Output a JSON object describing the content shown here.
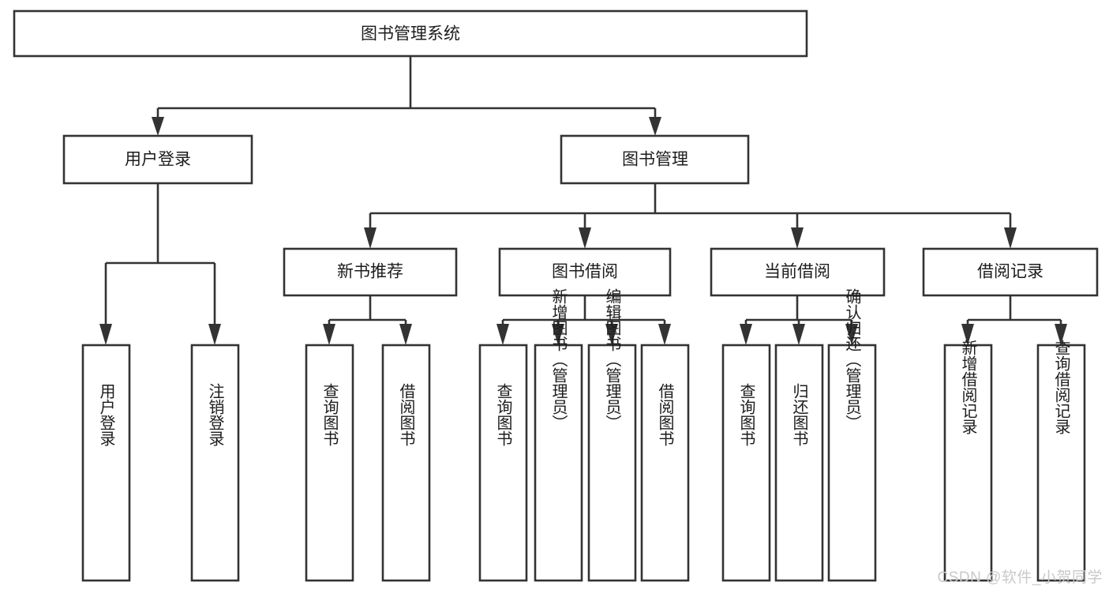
{
  "diagram": {
    "type": "tree-hierarchy-flowchart",
    "title": "图书管理系统",
    "watermark": "CSDN @软件_小贺同学",
    "colors": {
      "background": "#ffffff",
      "box_fill": "#ffffff",
      "box_stroke": "#333333",
      "connector": "#333333",
      "text": "#1c1c1c",
      "watermark": "#c9c9c9"
    },
    "root": {
      "id": "root",
      "label": "图书管理系统",
      "orientation": "horizontal"
    },
    "level1": [
      {
        "id": "user-login",
        "label": "用户登录",
        "orientation": "horizontal"
      },
      {
        "id": "book-manage",
        "label": "图书管理",
        "orientation": "horizontal"
      }
    ],
    "level2": [
      {
        "id": "new-book-recommend",
        "label": "新书推荐",
        "parent": "book-manage",
        "orientation": "horizontal"
      },
      {
        "id": "book-borrow",
        "label": "图书借阅",
        "parent": "book-manage",
        "orientation": "horizontal"
      },
      {
        "id": "current-borrow",
        "label": "当前借阅",
        "parent": "book-manage",
        "orientation": "horizontal"
      },
      {
        "id": "borrow-record",
        "label": "借阅记录",
        "parent": "book-manage",
        "orientation": "horizontal"
      }
    ],
    "leaves": [
      {
        "id": "leaf-user-login",
        "label": "用户登录",
        "parent": "user-login",
        "orientation": "vertical"
      },
      {
        "id": "leaf-logout",
        "label": "注销登录",
        "parent": "user-login",
        "orientation": "vertical"
      },
      {
        "id": "leaf-query-book-1",
        "label": "查询图书",
        "parent": "new-book-recommend",
        "orientation": "vertical"
      },
      {
        "id": "leaf-borrow-book-1",
        "label": "借阅图书",
        "parent": "new-book-recommend",
        "orientation": "vertical"
      },
      {
        "id": "leaf-query-book-2",
        "label": "查询图书",
        "parent": "book-borrow",
        "orientation": "vertical"
      },
      {
        "id": "leaf-add-book",
        "label": "新增图书（管理员）",
        "parent": "book-borrow",
        "orientation": "vertical"
      },
      {
        "id": "leaf-edit-book",
        "label": "编辑图书（管理员）",
        "parent": "book-borrow",
        "orientation": "vertical"
      },
      {
        "id": "leaf-borrow-book-2",
        "label": "借阅图书",
        "parent": "book-borrow",
        "orientation": "vertical"
      },
      {
        "id": "leaf-query-book-3",
        "label": "查询图书",
        "parent": "current-borrow",
        "orientation": "vertical"
      },
      {
        "id": "leaf-return-book",
        "label": "归还图书",
        "parent": "current-borrow",
        "orientation": "vertical"
      },
      {
        "id": "leaf-confirm-return",
        "label": "确认归还（管理员）",
        "parent": "current-borrow",
        "orientation": "vertical"
      },
      {
        "id": "leaf-add-record",
        "label": "新增借阅记录",
        "parent": "borrow-record",
        "orientation": "vertical"
      },
      {
        "id": "leaf-query-record",
        "label": "查询借阅记录",
        "parent": "borrow-record",
        "orientation": "vertical"
      }
    ]
  }
}
